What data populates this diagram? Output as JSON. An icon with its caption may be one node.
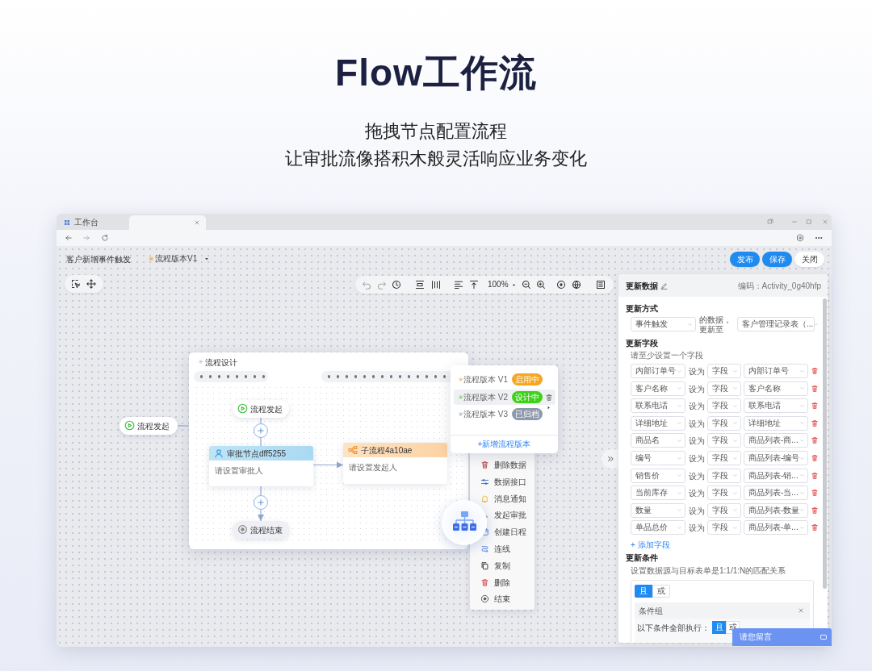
{
  "diagram": {
    "title": "Flow工作流",
    "nodes": [
      {
        "text": [
          "流程发起"
        ]
      },
      {
        "text": [
          "流程设计"
        ]
      },
      {
        "text": [
          "流程发起"
        ],
        "in": 1
      },
      {
        "text": [],
        "shape": "circle",
        "in": 1
      },
      {
        "text": [
          "审批节点dff5255",
          "请设置审批人"
        ],
        "in": 1
      },
      {
        "text": [
          "子流程4a10ae",
          "请设置发起人"
        ],
        "in": 1
      },
      {
        "text": [],
        "shape": "circle",
        "in": 1
      },
      {
        "text": [
          "流程结束"
        ],
        "in": 1
      }
    ],
    "edges": [
      {
        "from": 0,
        "to": 1,
        "arrow": "none"
      },
      {
        "from": 2,
        "to": 3,
        "arrow": "none"
      },
      {
        "from": 3,
        "to": 4,
        "arrow": "none"
      },
      {
        "from": 4,
        "to": 5,
        "arrow": "to"
      },
      {
        "from": 4,
        "to": 6,
        "arrow": "none"
      },
      {
        "from": 6,
        "to": 7,
        "arrow": "to"
      }
    ],
    "labels": [
      "拖拽节点配置流程",
      "让审批流像搭积木般灵活响应业务变化",
      "工作台",
      "客户新增事件触发",
      "流程版本V1",
      "发布",
      "保存",
      "关闭",
      "100%",
      "流程版本 V1",
      "启用中",
      "流程版本 V2",
      "设计中",
      "流程版本 V3",
      "已归档",
      "+新增流程版本",
      "删除数据",
      "数据接口",
      "消息通知",
      "发起审批",
      "创建日程",
      "连线",
      "复制",
      "删除",
      "结束",
      "更新数据",
      "编码：Activity_0g40hfp",
      "更新方式",
      "事件触发",
      "的数据，更新至",
      "客户管理记录表（...",
      "更新字段",
      "请至少设置一个字段",
      "内部订单号",
      "设为",
      "字段",
      "内部订单号",
      "客户名称",
      "设为",
      "字段",
      "客户名称",
      "联系电话",
      "设为",
      "字段",
      "联系电话",
      "详细地址",
      "设为",
      "字段",
      "详细地址",
      "商品名",
      "设为",
      "字段",
      "商品列表-商...",
      "编号",
      "设为",
      "字段",
      "商品列表-编号",
      "销售价",
      "设为",
      "字段",
      "商品列表-销...",
      "当前库存",
      "设为",
      "字段",
      "商品列表-当...",
      "数量",
      "设为",
      "字段",
      "商品列表-数量",
      "单品总价",
      "设为",
      "字段",
      "商品列表-单...",
      "+ 添加字段",
      "更新条件",
      "设置数据源与目标表单是1:1/1:N的匹配关系",
      "且",
      "或",
      "条件组",
      "以下条件全部执行：",
      "且",
      "或",
      "请您留言"
    ]
  }
}
